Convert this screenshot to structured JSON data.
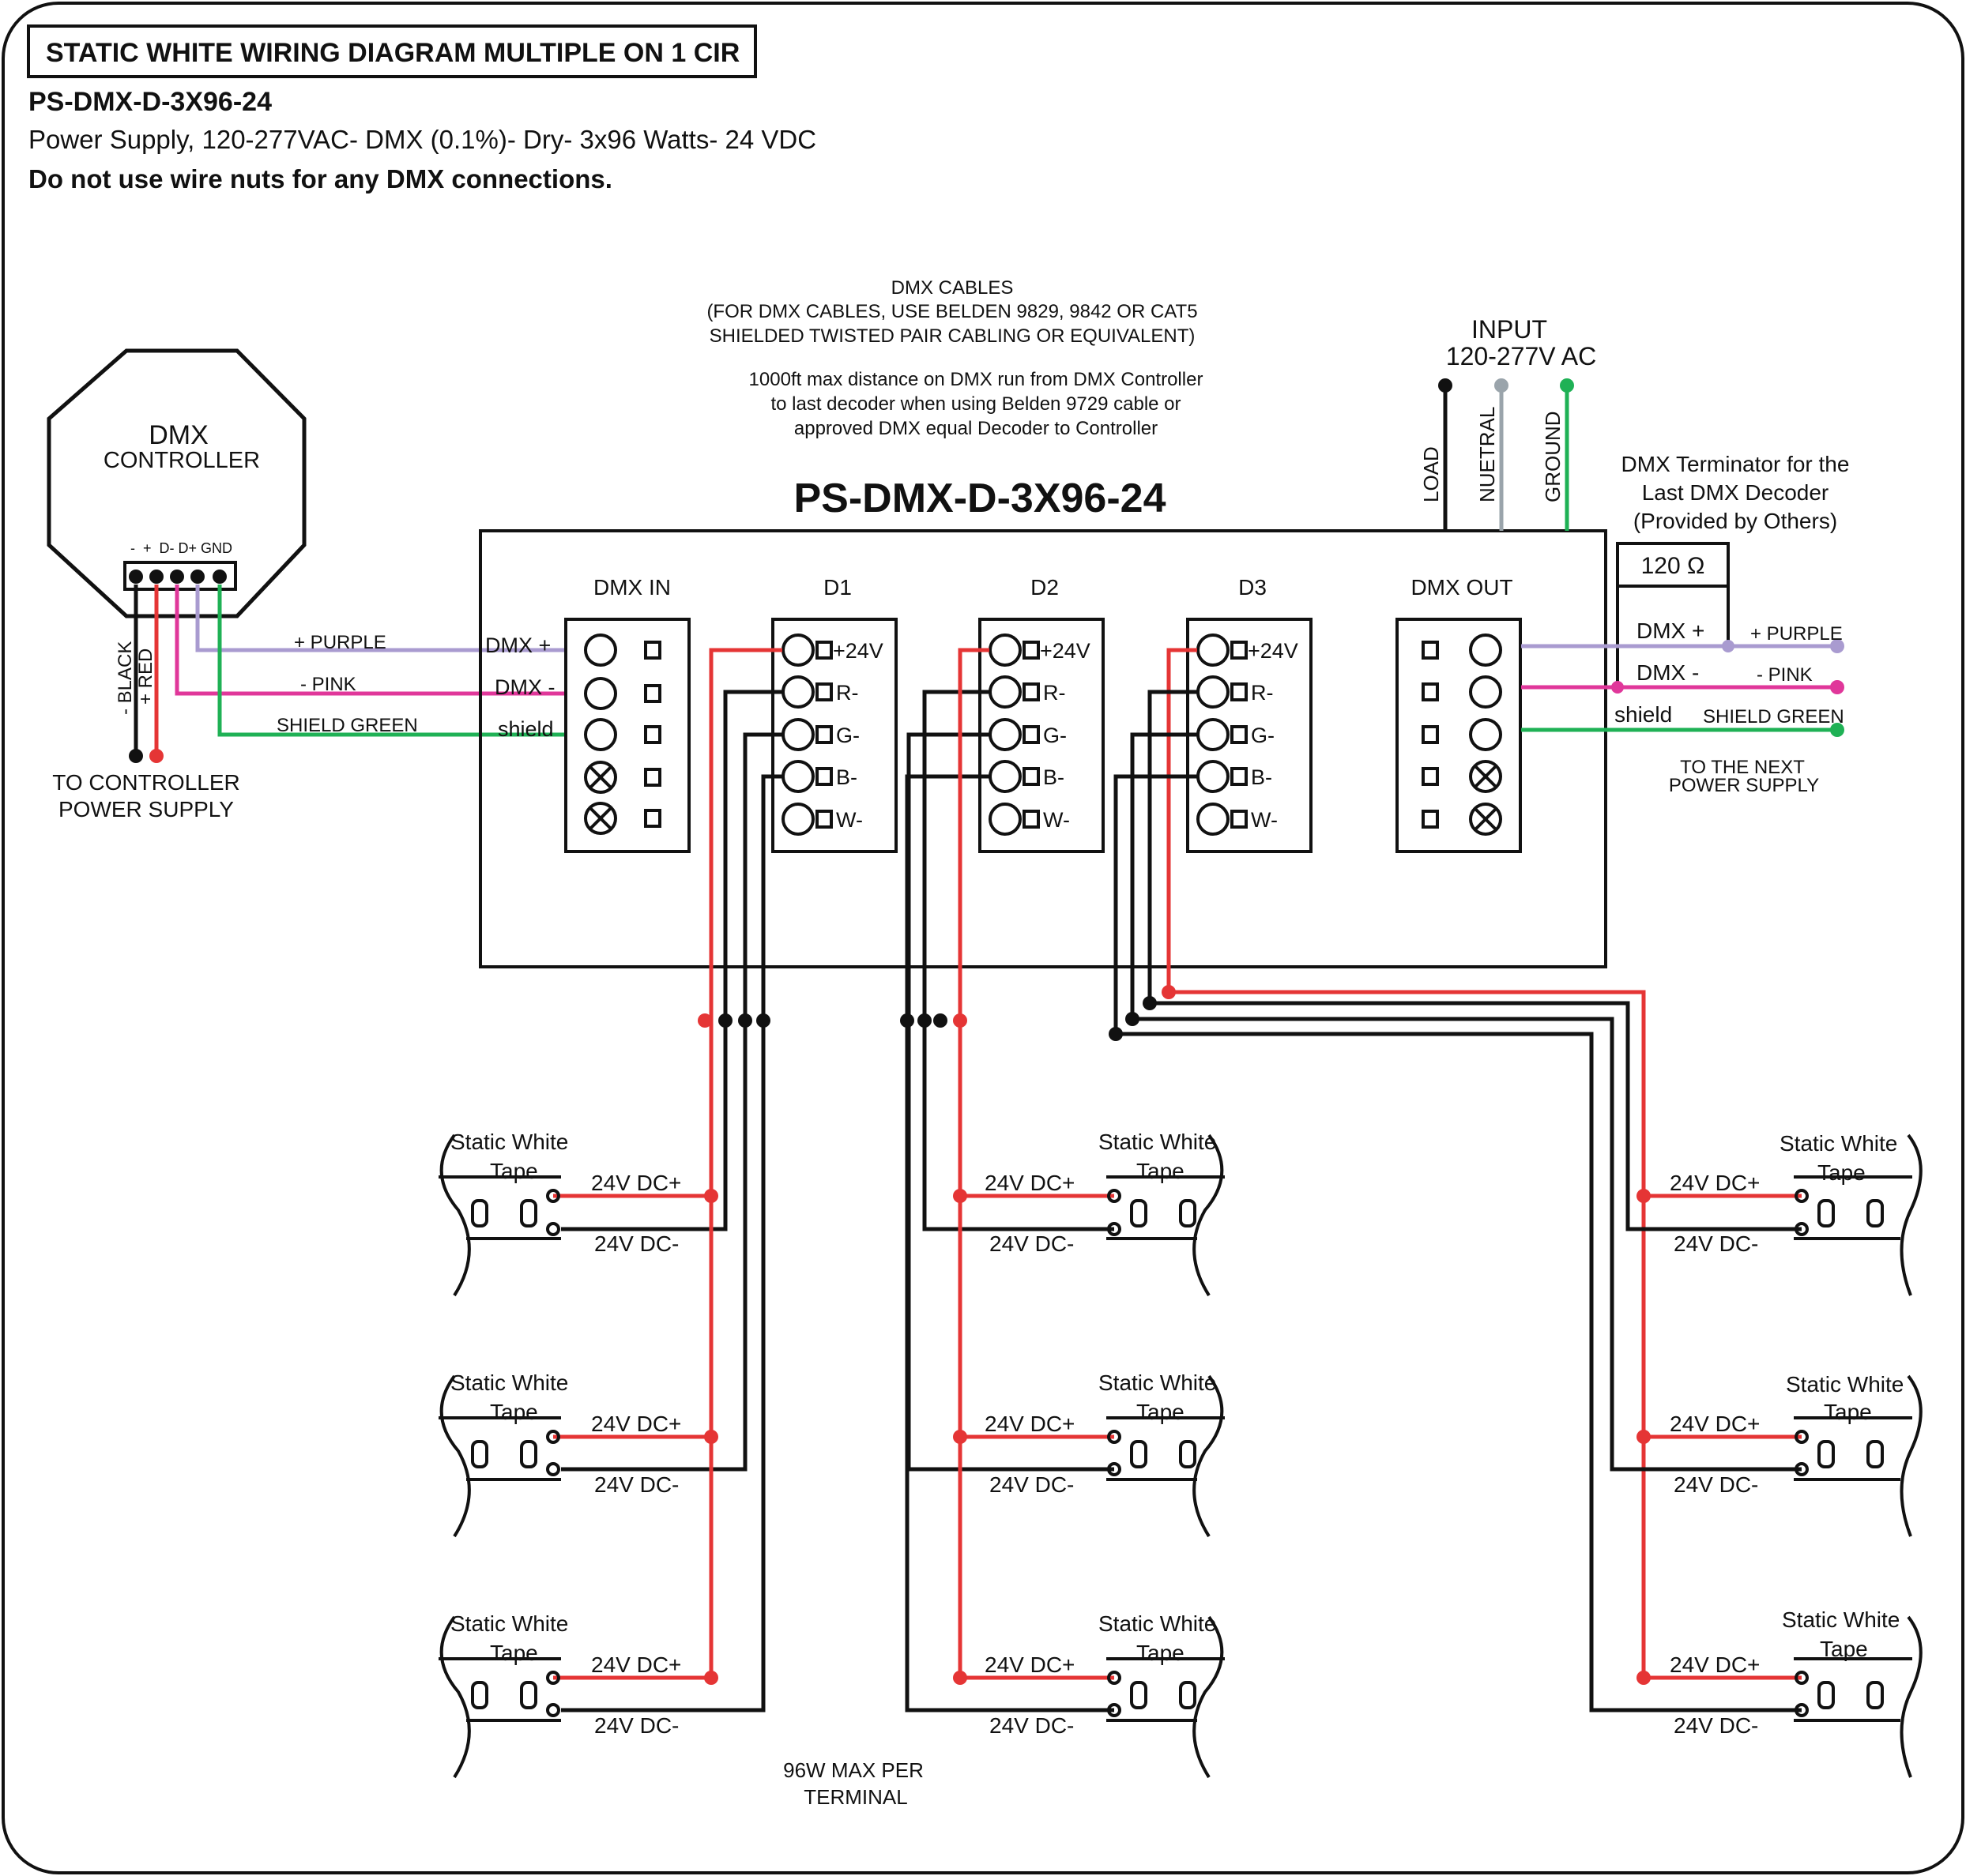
{
  "header": {
    "title": "STATIC WHITE WIRING DIAGRAM MULTIPLE ON 1 CIR",
    "model": "PS-DMX-D-3X96-24",
    "description": "Power Supply, 120-277VAC- DMX (0.1%)- Dry- 3x96 Watts- 24 VDC",
    "warning": "Do not use wire nuts for any DMX connections."
  },
  "dmx_cables_note": [
    "DMX CABLES",
    "(FOR DMX CABLES, USE BELDEN 9829, 9842 OR CAT5",
    "SHIELDED TWISTED PAIR CABLING OR EQUIVALENT)",
    "1000ft max distance on DMX run from DMX Controller",
    "to last decoder when using Belden 9729 cable or",
    "approved DMX equal Decoder to Controller"
  ],
  "controller": {
    "title": "DMX",
    "subtitle": "CONTROLLER",
    "pins": "-  +  D- D+ GND",
    "wire_black": "- BLACK",
    "wire_red": "+ RED",
    "power_label": [
      "TO CONTROLLER",
      "POWER SUPPLY"
    ]
  },
  "wires": {
    "purple": "+ PURPLE",
    "pink": "- PINK",
    "green": "SHIELD GREEN"
  },
  "decoder": {
    "model": "PS-DMX-D-3X96-24",
    "blocks": [
      "DMX IN",
      "D1",
      "D2",
      "D3",
      "DMX OUT"
    ],
    "dmx_in_labels": [
      "DMX +",
      "DMX -",
      "shield"
    ],
    "channel_labels": [
      "+24V",
      "R-",
      "G-",
      "B-",
      "W-"
    ]
  },
  "input": {
    "title": "INPUT",
    "voltage": "120-277V AC",
    "lines": [
      "LOAD",
      "NUETRAL",
      "GROUND"
    ]
  },
  "terminator": {
    "title": [
      "DMX Terminator for the",
      "Last DMX Decoder",
      "(Provided by Others)"
    ],
    "resistor": "120 Ω",
    "labels": [
      "DMX +",
      "DMX -",
      "shield"
    ],
    "next_supply": [
      "TO THE NEXT",
      "POWER SUPPLY"
    ]
  },
  "tape": {
    "name": [
      "Static White",
      "Tape"
    ],
    "plus": "24V DC+",
    "minus": "24V DC-"
  },
  "max_note": [
    "96W MAX PER",
    "TERMINAL"
  ],
  "colors": {
    "black": "#111111",
    "red": "#e53535",
    "purple": "#a99bd0",
    "pink": "#e0379a",
    "green": "#1fb155",
    "grey": "#9aa4ab"
  }
}
